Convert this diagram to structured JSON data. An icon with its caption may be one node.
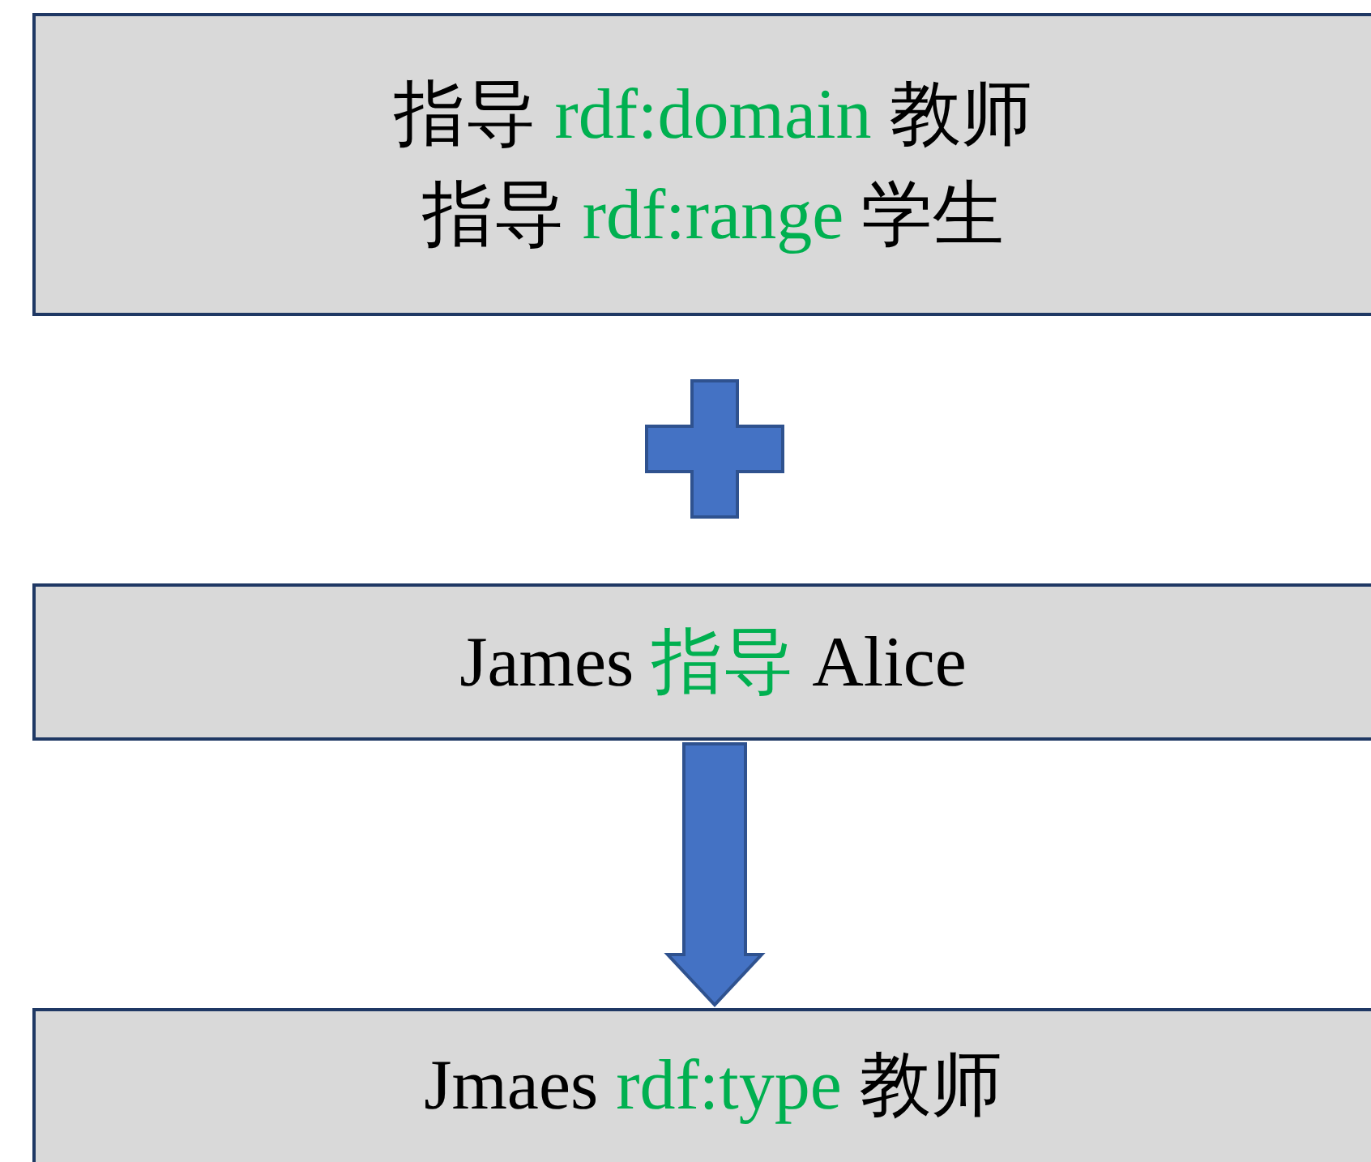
{
  "diagram": {
    "nodes": [
      {
        "text": [
          "指导",
          "rdf:domain",
          "教师",
          "指导",
          "rdf:range",
          "学生"
        ]
      },
      {
        "text": [
          "James",
          "指导",
          "Alice"
        ]
      },
      {
        "text": [
          "Jmaes",
          "rdf:type",
          "教师"
        ]
      }
    ],
    "edges": [
      {
        "from": 1,
        "to": 2,
        "arrow": "to"
      }
    ]
  }
}
